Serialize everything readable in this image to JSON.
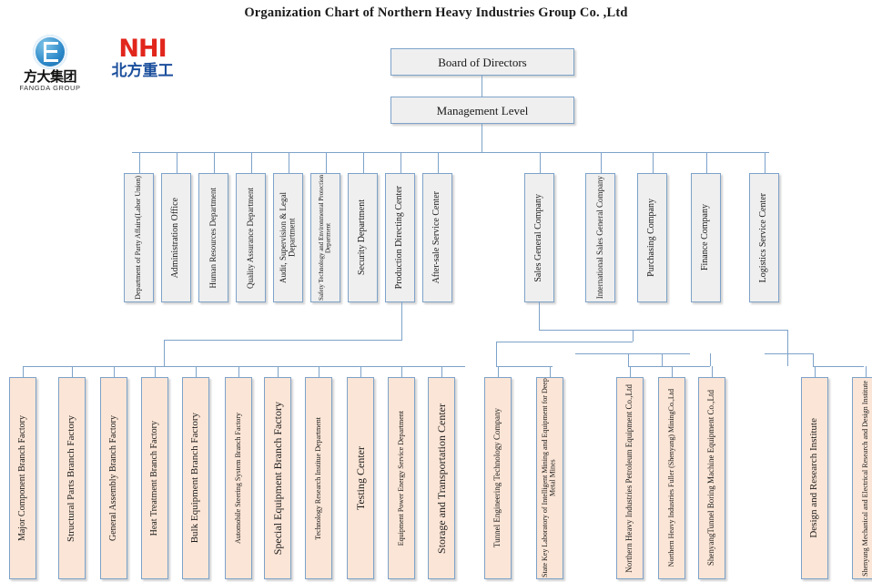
{
  "title": "Organization Chart of Northern Heavy Industries  Group Co. ,Ltd",
  "logos": {
    "fangda": {
      "icon": "fangda-circle-f-icon",
      "cn": "方大集团",
      "en": "FANGDA GROUP"
    },
    "nhi": {
      "top": "NHI",
      "bottom": "北方重工"
    }
  },
  "colors": {
    "box_fill_gray": "#efefef",
    "box_fill_peach": "#fbe5d6",
    "box_border": "#7da2c9",
    "connector": "#7da2c9",
    "nhi_red": "#e1261c",
    "nhi_blue": "#1b4f9c"
  },
  "top": {
    "board": "Board of Directors",
    "management": "Management Level"
  },
  "level2_left": [
    {
      "label": "Department of Party Affairs(Labor Union)",
      "size": "fs8"
    },
    {
      "label": "Administration Office",
      "size": "fs10"
    },
    {
      "label": "Human Resources Department",
      "size": "fs9"
    },
    {
      "label": "Quality Assurance Department",
      "size": "fs9"
    },
    {
      "label": "Audit, Supervision & Legal Department",
      "size": "fs9"
    },
    {
      "label": "Safety Technology and Environmental Protection Department",
      "size": "fs7"
    },
    {
      "label": "Security Department",
      "size": "fs10"
    },
    {
      "label": "Production Directing Center",
      "size": "fs10"
    },
    {
      "label": "After-sale Service Center",
      "size": "fs10"
    }
  ],
  "level2_right": [
    {
      "label": "Sales General Company",
      "size": "fs10"
    },
    {
      "label": "International Sales General Company",
      "size": "fs9"
    },
    {
      "label": "Purchasing Company",
      "size": "fs10"
    },
    {
      "label": "Finance Company",
      "size": "fs10"
    },
    {
      "label": "Logistics Service Center",
      "size": "fs10"
    }
  ],
  "level3_group_a": [
    {
      "label": "Major Component Branch Factory",
      "size": "fs10"
    },
    {
      "label": "Structural Parts Branch Factory",
      "size": "fs11"
    },
    {
      "label": "General Assembly Branch Factory",
      "size": "fs10"
    },
    {
      "label": "Heat Treatment Branch Factory",
      "size": "fs10"
    },
    {
      "label": "Bulk Equipment Branch Factory",
      "size": "fs11"
    },
    {
      "label": "Automobile Steering System Branch Factory",
      "size": "fs8"
    },
    {
      "label": "Special Equipment Branch Factory",
      "size": "fs12"
    },
    {
      "label": "Technology Research Institue Department",
      "size": "fs8"
    },
    {
      "label": "Testing Center",
      "size": "fs12"
    },
    {
      "label": "Equipment Power Energy Service Department",
      "size": "fs8"
    },
    {
      "label": "Storage and Transportation Center",
      "size": "fs12"
    }
  ],
  "level3_group_b": [
    {
      "label": "Tunnel Engineering Technology Company",
      "size": "fs9"
    },
    {
      "label": "State Key Laboratory of Intelligent Mining and Equipment for Deep Metal Mines",
      "size": "fs8"
    }
  ],
  "level3_group_c": [
    {
      "label": "Northern Heavy Industries Petroleum Equipment Co.,Ltd",
      "size": "fs9"
    },
    {
      "label": "Northern Heavy Industries Fuller (Shenyang) MiningCo.,Ltd",
      "size": "fs8"
    },
    {
      "label": "ShenyangTunnel Boring Machine Equipment Co.,Ltd",
      "size": "fs9"
    }
  ],
  "level3_group_d": [
    {
      "label": "Design and Research Institute",
      "size": "fs11"
    },
    {
      "label": "Shenyang Mechanical and Electrical Research and Design Institute",
      "size": "fs8"
    }
  ]
}
